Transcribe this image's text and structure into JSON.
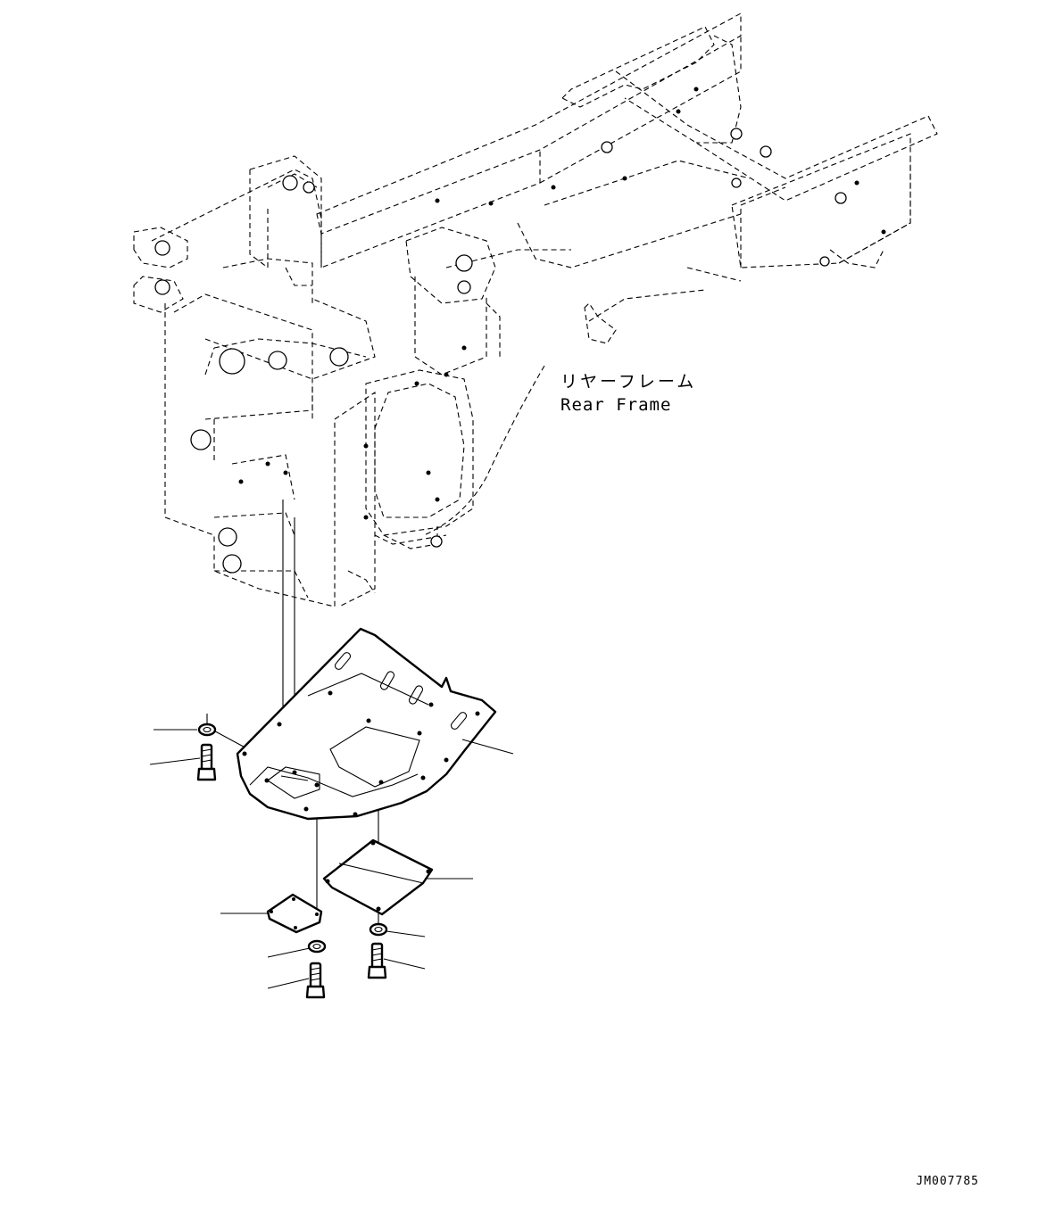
{
  "rear_frame": {
    "label_jp": "リヤーフレーム",
    "label_en": "Rear Frame"
  },
  "drawing_number": "JM007785"
}
